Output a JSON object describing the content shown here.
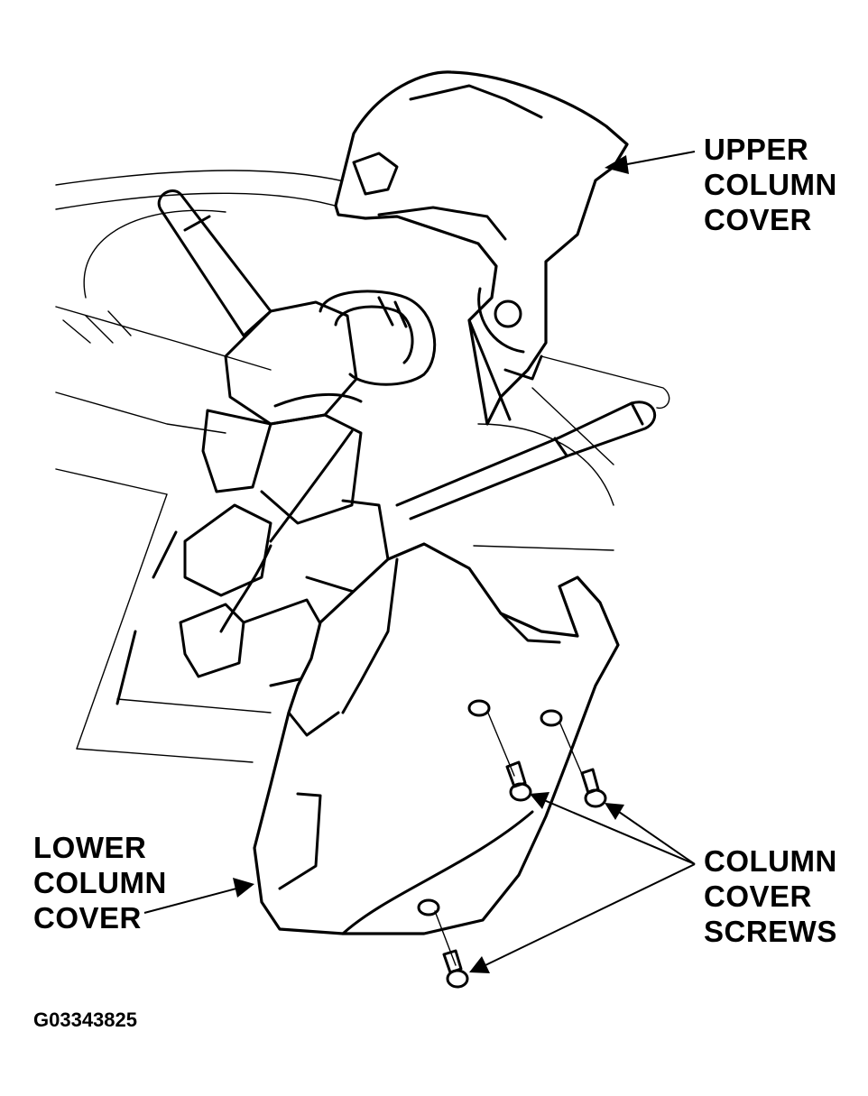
{
  "labels": {
    "upper_cover": [
      "UPPER",
      "COLUMN",
      "COVER"
    ],
    "lower_cover": [
      "LOWER",
      "COLUMN",
      "COVER"
    ],
    "screws": [
      "COLUMN",
      "COVER",
      "SCREWS"
    ]
  },
  "figure_id": "G03343825"
}
